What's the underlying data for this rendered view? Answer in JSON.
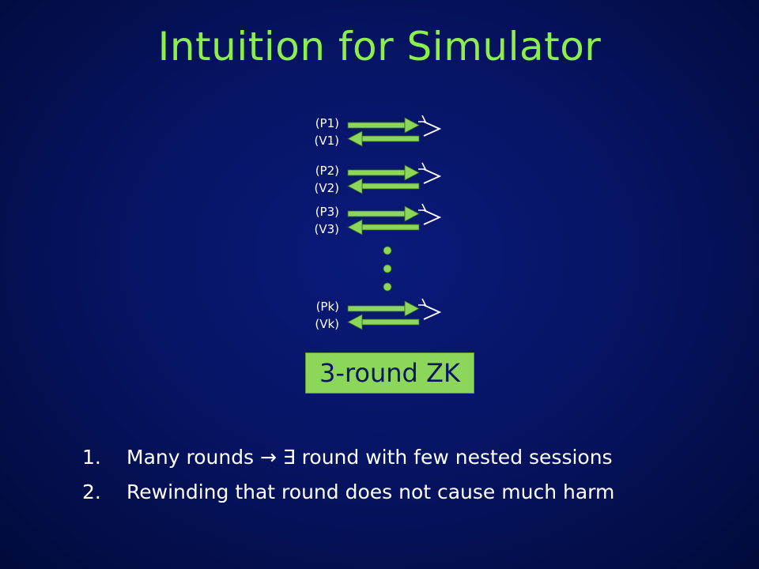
{
  "slide": {
    "title": "Intuition for Simulator",
    "rounds": [
      {
        "p": "(P1)",
        "v": "(V1)"
      },
      {
        "p": "(P2)",
        "v": "(V2)"
      },
      {
        "p": "(P3)",
        "v": "(V3)"
      },
      {
        "p": "(Pk)",
        "v": "(Vk)"
      }
    ],
    "zk_label": "3-round ZK",
    "points": [
      {
        "num": "1.",
        "text": "Many rounds → ∃ round with few nested sessions"
      },
      {
        "num": "2.",
        "text": "Rewinding that round does not cause much harm"
      }
    ],
    "colors": {
      "accent": "#8cf04a",
      "arrow": "#8cd75a",
      "background": "#061464",
      "text": "#ffffff"
    }
  }
}
